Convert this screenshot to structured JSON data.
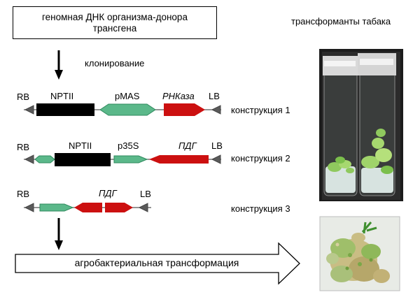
{
  "source": {
    "line1": "геномная ДНК организма-донора",
    "line2": "трансгена"
  },
  "cloning_label": "клонирование",
  "photo_title": "трансформанты табака",
  "construct1": {
    "rb": "RB",
    "nptii": "NPTII",
    "promoter": "pMAS",
    "gene": "РНКаза",
    "lb": "LB",
    "name": "конструкция 1"
  },
  "construct2": {
    "rb": "RB",
    "nptii": "NPTII",
    "promoter": "p35S",
    "gene": "ПДГ",
    "lb": "LB",
    "name": "конструкция 2"
  },
  "construct3": {
    "rb": "RB",
    "gene": "ПДГ",
    "lb": "LB",
    "name": "конструкция 3"
  },
  "agro_label": "агробактериальная трансформация",
  "colors": {
    "nptii": "#000000",
    "promoter": "#5bb88a",
    "gene": "#cc1010",
    "border": "#555555"
  }
}
